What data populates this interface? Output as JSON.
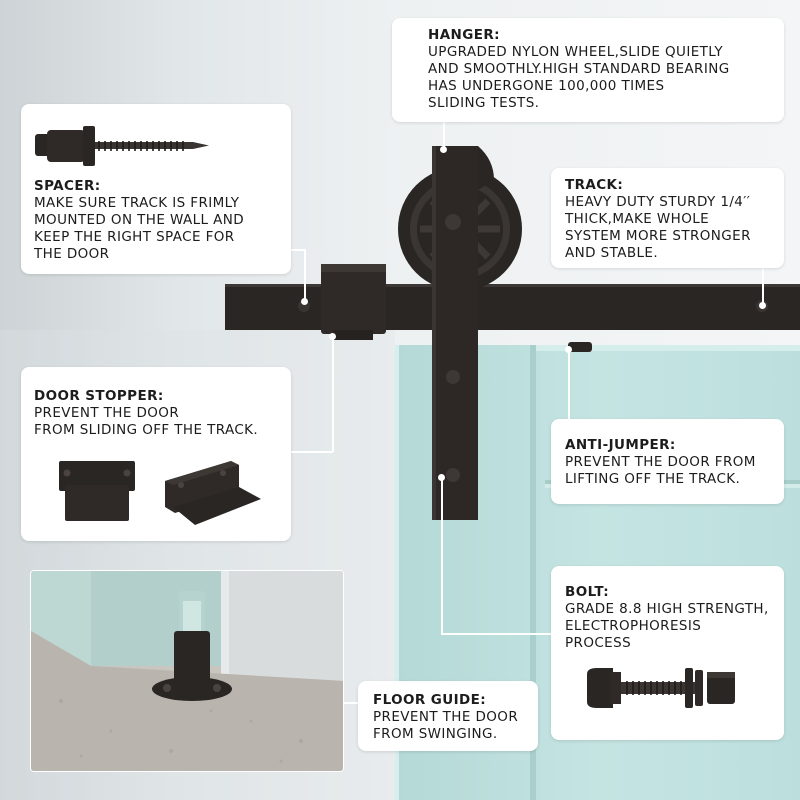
{
  "colors": {
    "hardware": "#2a2624",
    "door": "#bfe1df",
    "wall": "#e7ebec",
    "card": "#ffffff"
  },
  "callouts": {
    "hanger": {
      "title": "HANGER:",
      "body": "UPGRADED NYLON WHEEL,SLIDE QUIETLY\nAND SMOOTHLY.HIGH STANDARD BEARING\nHAS UNDERGONE 100,000 TIMES\nSLIDING TESTS."
    },
    "spacer": {
      "title": "SPACER:",
      "body": "MAKE SURE TRACK IS FRIMLY\nMOUNTED ON THE WALL AND\nKEEP THE RIGHT SPACE FOR\nTHE DOOR"
    },
    "track": {
      "title": "TRACK:",
      "body": "HEAVY DUTY STURDY 1/4′′\nTHICK,MAKE WHOLE\nSYSTEM MORE STRONGER\nAND STABLE."
    },
    "door_stopper": {
      "title": "DOOR STOPPER:",
      "body": "PREVENT THE DOOR\nFROM SLIDING OFF THE TRACK."
    },
    "anti_jumper": {
      "title": "ANTI-JUMPER:",
      "body": "PREVENT THE DOOR FROM\nLIFTING OFF THE TRACK."
    },
    "bolt": {
      "title": "BOLT:",
      "body": "GRADE 8.8 HIGH STRENGTH,\nELECTROPHORESIS\nPROCESS"
    },
    "floor_guide": {
      "title": "FLOOR GUIDE:",
      "body": "PREVENT THE DOOR\nFROM SWINGING."
    }
  }
}
